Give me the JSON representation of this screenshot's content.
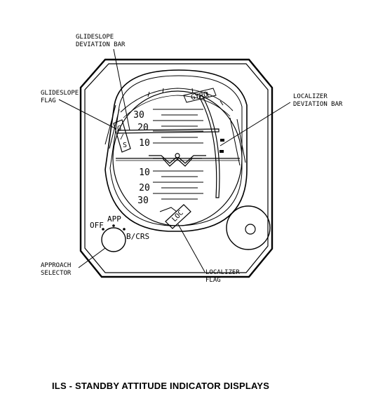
{
  "callouts": {
    "glideslope_deviation_bar": [
      "GLIDESLOPE",
      "DEVIATION BAR"
    ],
    "glideslope_flag": [
      "GLIDESLOPE",
      "FLAG"
    ],
    "localizer_deviation_bar": [
      "LOCALIZER",
      "DEVIATION BAR"
    ],
    "approach_selector": [
      "APPROACH",
      "SELECTOR"
    ],
    "localizer_flag": [
      "LOCALIZER",
      "FLAG"
    ]
  },
  "flags": {
    "gyro": "GYRO",
    "gs": [
      "G",
      "/",
      "S"
    ],
    "loc": "LOC"
  },
  "pitch_scale": {
    "upper": [
      "30",
      "20",
      "10"
    ],
    "lower": [
      "10",
      "20",
      "30"
    ]
  },
  "selector_positions": {
    "off": "OFF",
    "app": "APP",
    "bcrs": "B/CRS"
  },
  "caption": "ILS - STANDBY ATTITUDE INDICATOR DISPLAYS"
}
